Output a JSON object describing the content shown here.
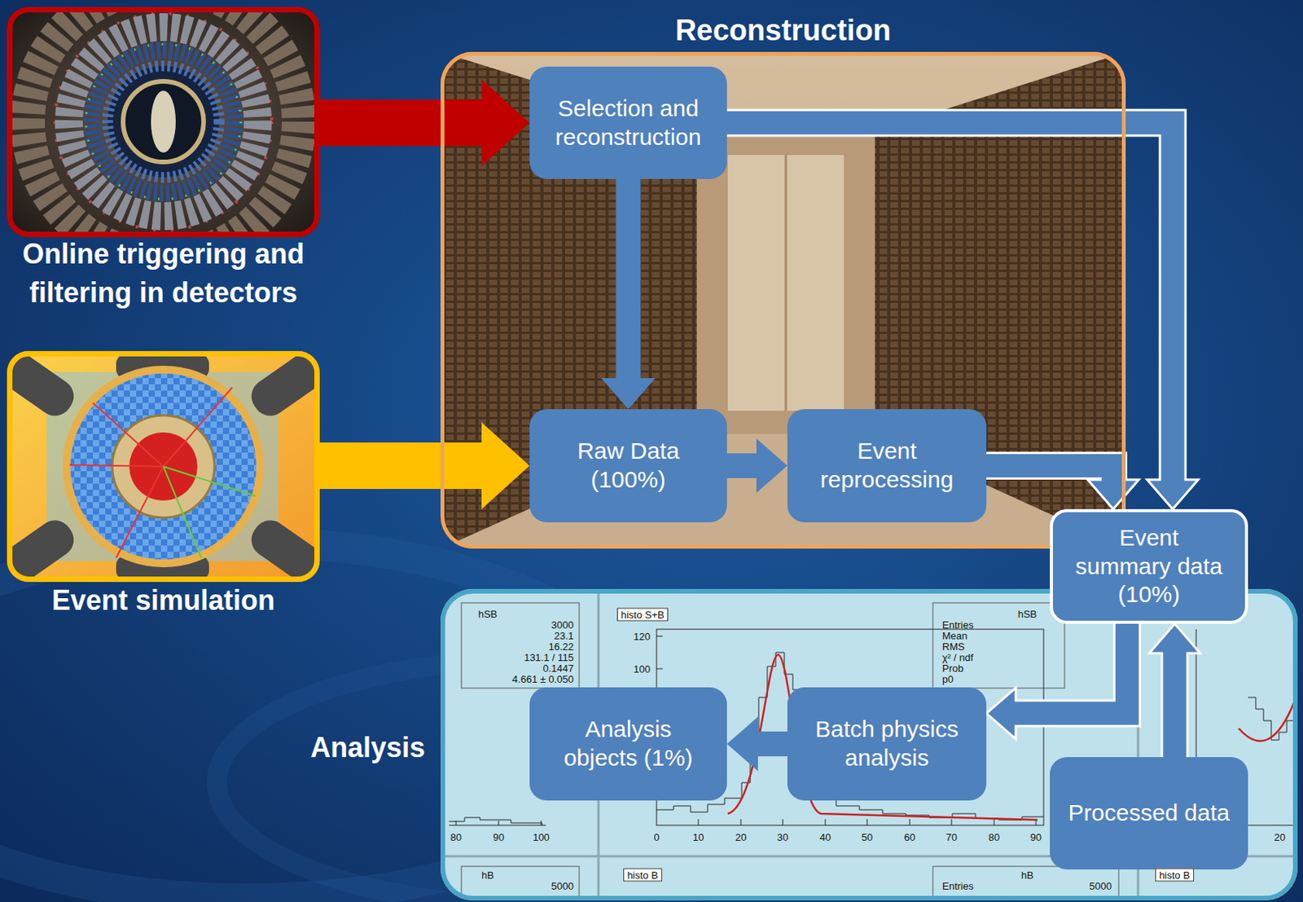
{
  "diagram": {
    "nodes": [
      {
        "text": [
          "Online triggering and filtering in detectors"
        ]
      },
      {
        "text": [
          "Event simulation"
        ]
      },
      {
        "text": [
          "Reconstruction"
        ]
      },
      {
        "text": [
          "Selection and reconstruction"
        ],
        "in": 2
      },
      {
        "text": [
          "Raw Data (100%)"
        ],
        "in": 2
      },
      {
        "text": [
          "Event reprocessing"
        ],
        "in": 2
      },
      {
        "text": [
          "Analysis"
        ]
      },
      {
        "text": [
          "Event summary data (10%)"
        ]
      },
      {
        "text": [
          "Analysis objects (1%)"
        ],
        "in": 6
      },
      {
        "text": [
          "Batch physics analysis"
        ],
        "in": 6
      },
      {
        "text": [
          "Processed data"
        ],
        "in": 6
      }
    ],
    "edges": [
      {
        "from": 0,
        "to": 3,
        "arrow": "to"
      },
      {
        "from": 1,
        "to": 4,
        "arrow": "to"
      },
      {
        "from": 3,
        "to": 4,
        "arrow": "to"
      },
      {
        "from": 4,
        "to": 5,
        "arrow": "to"
      },
      {
        "from": 5,
        "to": 7,
        "arrow": "to"
      },
      {
        "from": 3,
        "to": 7,
        "arrow": "to"
      },
      {
        "from": 7,
        "to": 9,
        "arrow": "to"
      },
      {
        "from": 9,
        "to": 8,
        "arrow": "to"
      },
      {
        "from": 10,
        "to": 7,
        "arrow": "to"
      }
    ],
    "labels": [
      "hSB",
      "3000",
      "23.1",
      "16.22",
      "131.1 / 115",
      "0.1447",
      "4.661 ± 0.050",
      "80",
      "90",
      "100",
      "histo S+B",
      "120",
      "100",
      "0",
      "10",
      "20",
      "30",
      "40",
      "50",
      "60",
      "70",
      "80",
      "90",
      "Entries",
      "Mean",
      "RMS",
      "χ² / ndf",
      "Prob",
      "p0",
      "hSB",
      "20",
      "hB",
      "5000",
      "histo B",
      "hB",
      "Entries",
      "5000",
      "histo B"
    ]
  }
}
